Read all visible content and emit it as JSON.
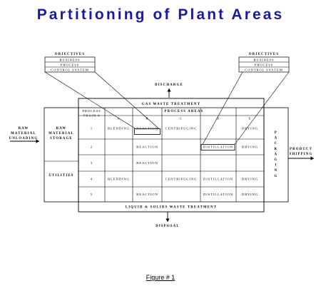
{
  "title": "Partitioning of Plant Areas",
  "caption": "Figure # 1",
  "objectives_left": {
    "heading": "OBJECTIVES",
    "items": [
      "BUSINESS",
      "PROCESS",
      "CONTROL SYSTEM"
    ]
  },
  "objectives_right": {
    "heading": "OBJECTIVES",
    "items": [
      "BUSINESS",
      "PROCESS",
      "CONTROL SYSTEM"
    ]
  },
  "discharge": "DISCHARGE",
  "gas_waste": "GAS WASTE TREATMENT",
  "liquid_waste": "LIQUID & SOLIDS WASTE TREATMENT",
  "disposal": "DISPOSAL",
  "raw_unloading": [
    "RAW",
    "MATERIAL",
    "UNLOADING"
  ],
  "raw_storage": [
    "RAW",
    "MATERIAL",
    "STORAGE"
  ],
  "utilities": "UTILITIES",
  "packaging": [
    "P",
    "A",
    "C",
    "K",
    "A",
    "G",
    "I",
    "N",
    "G"
  ],
  "product_shipping": [
    "PRODUCT",
    "SHIPPING"
  ],
  "process_train_header": [
    "PROCESS",
    "TRAIN #"
  ],
  "process_areas_header": "PROCESS AREAS",
  "area_columns": [
    "A",
    "B",
    "C",
    "D",
    "E"
  ],
  "rows": [
    {
      "train": "1",
      "cells": [
        "BLENDING",
        "REACTION",
        "CENTRIFUGING",
        "",
        "DRYING"
      ]
    },
    {
      "train": "2",
      "cells": [
        "",
        "REACTION",
        "",
        "DISTILLATION",
        "DRYING"
      ]
    },
    {
      "train": "3",
      "cells": [
        "",
        "REACTION",
        "",
        "",
        ""
      ]
    },
    {
      "train": "4",
      "cells": [
        "BLENDING",
        "",
        "CENTRIFUGING",
        "DISTILLATION",
        "DRYING"
      ]
    },
    {
      "train": "5",
      "cells": [
        "",
        "REACTION",
        "",
        "DISTILLATION",
        "DRYING"
      ]
    }
  ]
}
